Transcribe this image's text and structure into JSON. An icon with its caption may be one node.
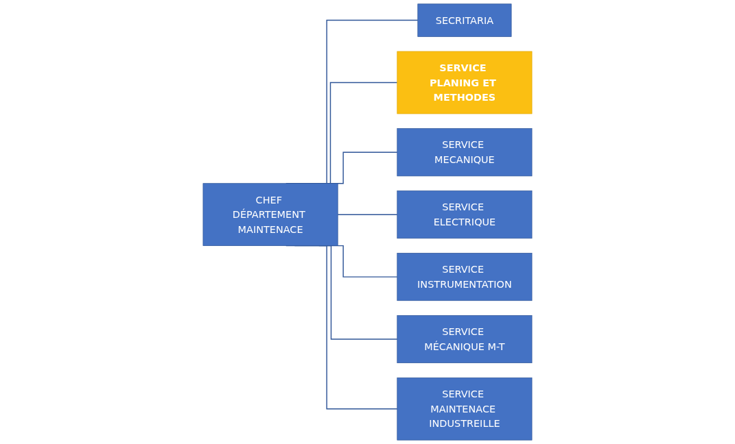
{
  "diagram": {
    "nodes": [
      {
        "text": [
          "CHEF DÉPARTEMENT MAINTENACE"
        ]
      },
      {
        "text": [
          "SECRITARIA"
        ]
      },
      {
        "text": [
          "SERVICE PLANING ET METHODES"
        ]
      },
      {
        "text": [
          "SERVICE MECANIQUE"
        ]
      },
      {
        "text": [
          "SERVICE ELECTRIQUE"
        ]
      },
      {
        "text": [
          "SERVICE INSTRUMENTATION"
        ]
      },
      {
        "text": [
          "SERVICE MÉCANIQUE M-T"
        ]
      },
      {
        "text": [
          "SERVICE MAINTENACE INDUSTREILLE"
        ]
      }
    ],
    "edges": [
      {
        "from": 0,
        "to": 1,
        "arrow": "none"
      },
      {
        "from": 0,
        "to": 2,
        "arrow": "none"
      },
      {
        "from": 0,
        "to": 3,
        "arrow": "none"
      },
      {
        "from": 0,
        "to": 4,
        "arrow": "none"
      },
      {
        "from": 0,
        "to": 5,
        "arrow": "none"
      },
      {
        "from": 0,
        "to": 6,
        "arrow": "none"
      },
      {
        "from": 0,
        "to": 7,
        "arrow": "none"
      }
    ]
  }
}
